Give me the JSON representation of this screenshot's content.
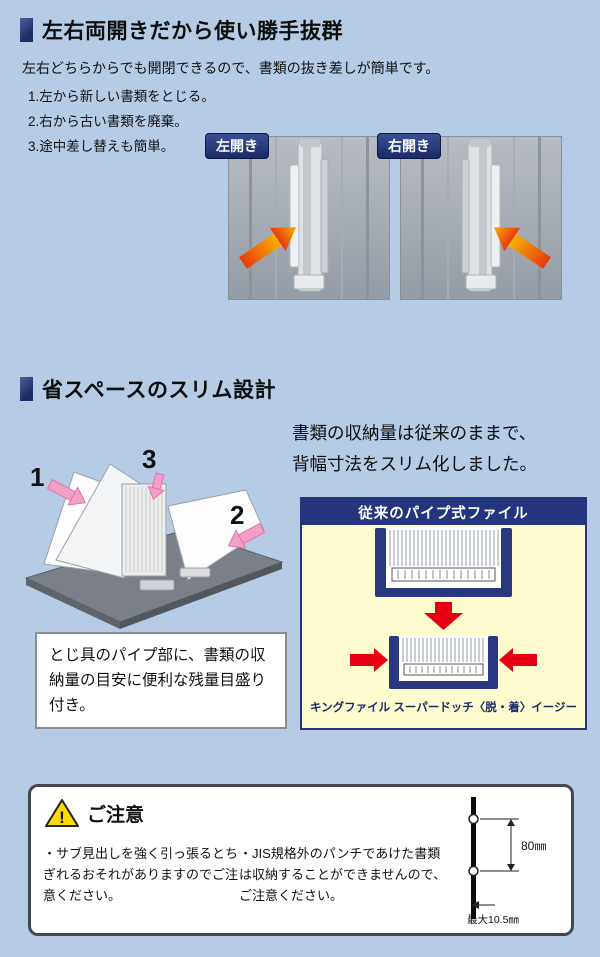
{
  "colors": {
    "background": "#b6cbe4",
    "navy": "#25357d",
    "accent_red": "#e60012",
    "diagram_yellow": "#fffccf",
    "warning_yellow": "#ffd800",
    "arrow_pink": "#f2a0c6",
    "arrow_orange": "#f08300"
  },
  "section_open": {
    "heading": "左右両開きだから使い勝手抜群",
    "subtitle": "左右どちらからでも開閉できるので、書類の抜き差しが簡単です。",
    "steps": [
      "1.左から新しい書類をとじる。",
      "2.右から古い書類を廃棄。",
      "3.途中差し替えも簡単。"
    ],
    "photo_left_label": "左開き",
    "photo_right_label": "右開き"
  },
  "section_slim": {
    "heading": "省スペースのスリム設計",
    "description_line1": "書類の収納量は従来のままで、",
    "description_line2": "背幅寸法をスリム化しました。",
    "numbers": {
      "n1": "1",
      "n2": "2",
      "n3": "3"
    },
    "diagram_header": "従来のパイプ式ファイル",
    "diagram_caption": "キングファイル スーパードッチ〈脱・着〉イージー",
    "note": "とじ具のパイプ部に、書類の収納量の目安に便利な残量目盛り付き。"
  },
  "section_caution": {
    "title": "ご注意",
    "warning_mark": "!",
    "note1": "・サブ見出しを強く引っ張るとちぎれるおそれがありますのでご注意ください。",
    "note2": "・JIS規格外のパンチであけた書類は収納することができませんので、ご注意ください。",
    "dim_top": "80㎜",
    "dim_bottom": "最大10.5㎜"
  }
}
